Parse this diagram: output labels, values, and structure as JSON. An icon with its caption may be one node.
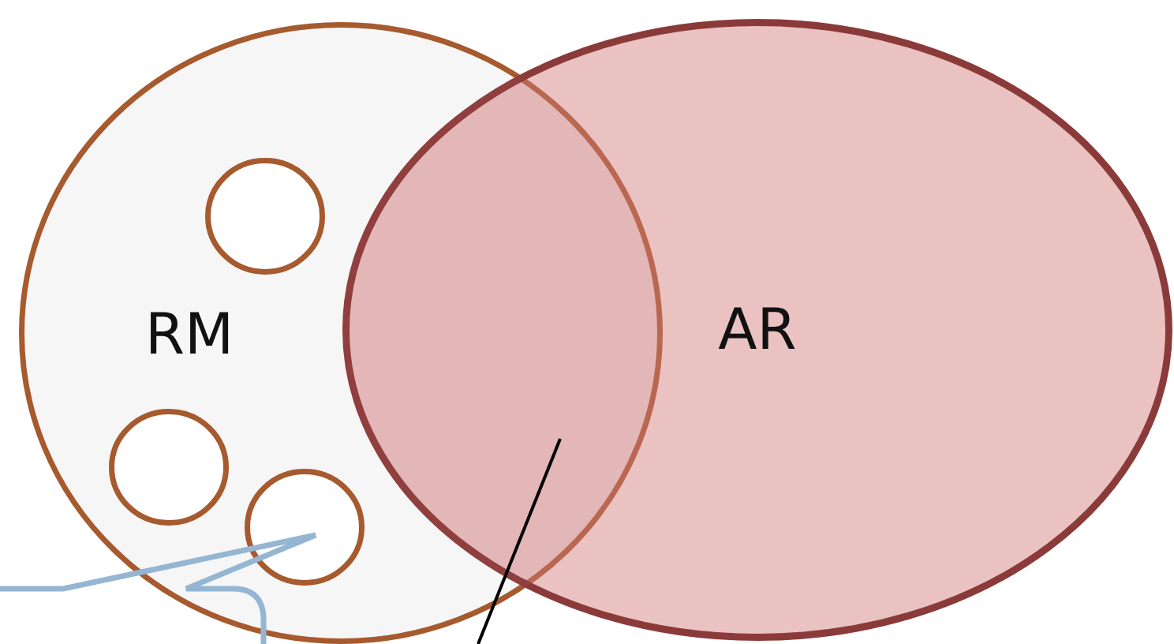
{
  "diagram": {
    "nodes": [
      {
        "text": [
          "RM"
        ]
      },
      {
        "text": [],
        "shape": "circle",
        "in": 0
      },
      {
        "text": [],
        "shape": "circle",
        "in": 0
      },
      {
        "text": [],
        "shape": "circle",
        "in": 0
      },
      {
        "text": [
          "AR"
        ]
      },
      {
        "text": [],
        "shape": "lens"
      },
      {
        "text": [],
        "shape": "callout"
      }
    ],
    "edges": [
      {
        "from": null,
        "to": 5,
        "arrow": "none"
      }
    ]
  }
}
